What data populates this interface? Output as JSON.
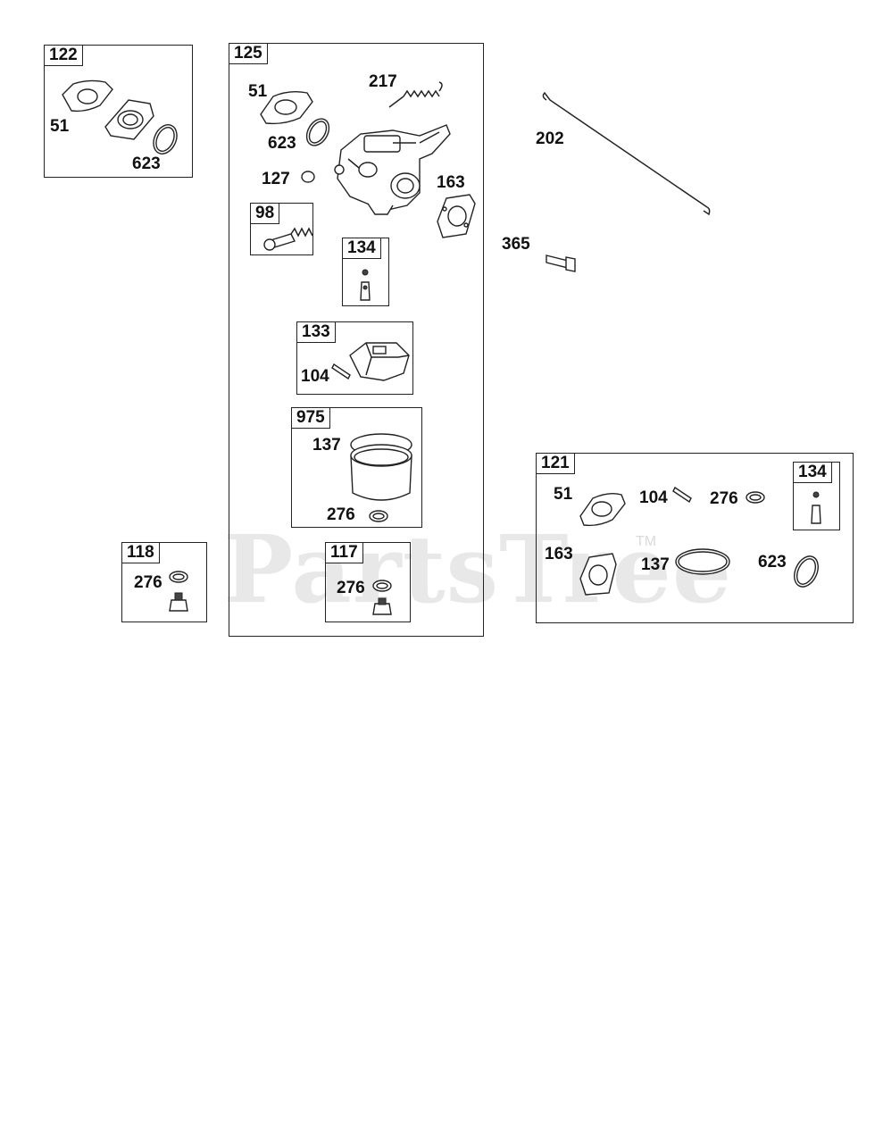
{
  "kits": {
    "k122": "122",
    "k125": "125",
    "k98": "98",
    "k134a": "134",
    "k133": "133",
    "k975": "975",
    "k118": "118",
    "k117": "117",
    "k121": "121",
    "k134b": "134"
  },
  "callouts": {
    "c51a": "51",
    "c623a": "623",
    "c51b": "51",
    "c217": "217",
    "c623b": "623",
    "c127": "127",
    "c163a": "163",
    "c104a": "104",
    "c137a": "137",
    "c276a": "276",
    "c276b": "276",
    "c202": "202",
    "c365": "365",
    "c276c": "276",
    "c51c": "51",
    "c104b": "104",
    "c276d": "276",
    "c163b": "163",
    "c137b": "137",
    "c623c": "623"
  },
  "watermark": {
    "text": "PartsTree",
    "tm": "TM"
  }
}
